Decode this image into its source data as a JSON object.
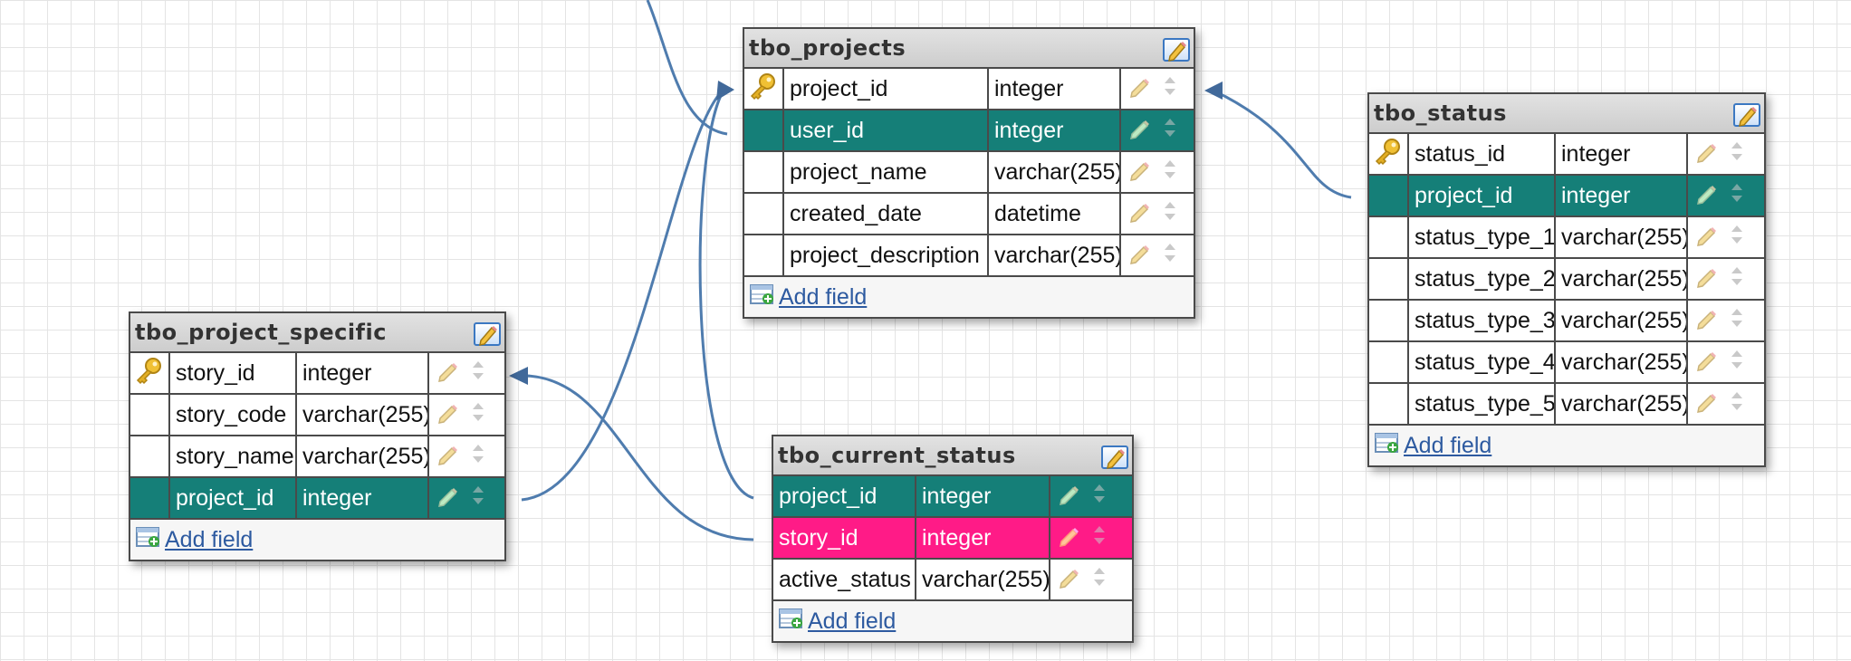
{
  "add_field_label": "Add field",
  "colors": {
    "foreign_key_row": "#157f78",
    "selected_row": "#ff1b87",
    "connector": "#4f7cae",
    "link": "#2d5aa0"
  },
  "icons": {
    "primary_key": "key-icon",
    "edit_table": "edit-table-icon",
    "edit_field": "pencil-icon",
    "reorder": "up-down-arrows-icon",
    "add_field": "add-field-icon"
  },
  "tables": [
    {
      "name": "tbo_projects",
      "fields": [
        {
          "name": "project_id",
          "type": "integer",
          "primary": true,
          "highlight": ""
        },
        {
          "name": "user_id",
          "type": "integer",
          "primary": false,
          "highlight": "fk"
        },
        {
          "name": "project_name",
          "type": "varchar(255)",
          "primary": false,
          "highlight": ""
        },
        {
          "name": "created_date",
          "type": "datetime",
          "primary": false,
          "highlight": ""
        },
        {
          "name": "project_description",
          "type": "varchar(255)",
          "primary": false,
          "highlight": ""
        }
      ]
    },
    {
      "name": "tbo_status",
      "fields": [
        {
          "name": "status_id",
          "type": "integer",
          "primary": true,
          "highlight": ""
        },
        {
          "name": "project_id",
          "type": "integer",
          "primary": false,
          "highlight": "fk"
        },
        {
          "name": "status_type_1",
          "type": "varchar(255)",
          "primary": false,
          "highlight": ""
        },
        {
          "name": "status_type_2",
          "type": "varchar(255)",
          "primary": false,
          "highlight": ""
        },
        {
          "name": "status_type_3",
          "type": "varchar(255)",
          "primary": false,
          "highlight": ""
        },
        {
          "name": "status_type_4",
          "type": "varchar(255)",
          "primary": false,
          "highlight": ""
        },
        {
          "name": "status_type_5",
          "type": "varchar(255)",
          "primary": false,
          "highlight": ""
        }
      ]
    },
    {
      "name": "tbo_project_specific",
      "fields": [
        {
          "name": "story_id",
          "type": "integer",
          "primary": true,
          "highlight": ""
        },
        {
          "name": "story_code",
          "type": "varchar(255)",
          "primary": false,
          "highlight": ""
        },
        {
          "name": "story_name",
          "type": "varchar(255)",
          "primary": false,
          "highlight": ""
        },
        {
          "name": "project_id",
          "type": "integer",
          "primary": false,
          "highlight": "fk"
        }
      ]
    },
    {
      "name": "tbo_current_status",
      "fields": [
        {
          "name": "project_id",
          "type": "integer",
          "primary": false,
          "highlight": "fk"
        },
        {
          "name": "story_id",
          "type": "integer",
          "primary": false,
          "highlight": "pink"
        },
        {
          "name": "active_status",
          "type": "varchar(255)",
          "primary": false,
          "highlight": ""
        }
      ]
    }
  ]
}
